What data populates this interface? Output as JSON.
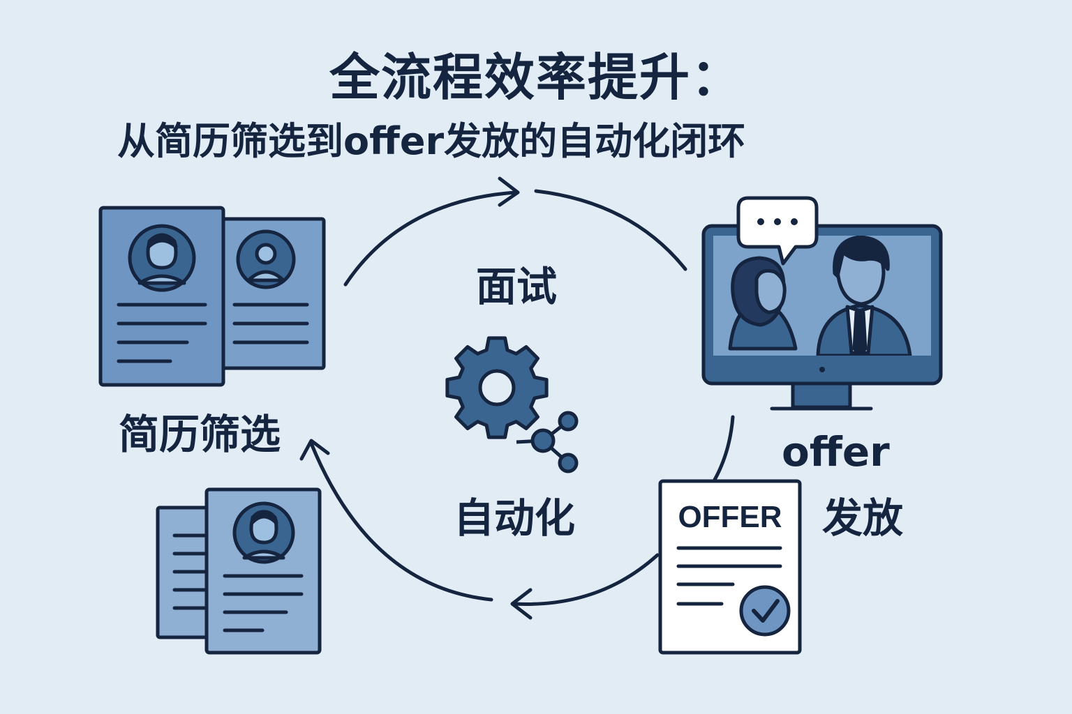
{
  "header": {
    "title": "全流程效率提升：",
    "subtitle": "从简历筛选到offer发放的自动化闭环"
  },
  "stages": {
    "resume": "简历筛选",
    "interview": "面试",
    "offer_line1": "offer",
    "offer_line2": "发放",
    "automation": "自动化"
  },
  "offer_doc": {
    "heading": "OFFER"
  },
  "icons": [
    "resume-card-icon",
    "video-interview-monitor-icon",
    "chat-bubble-icon",
    "gear-icon",
    "network-nodes-icon",
    "offer-document-icon",
    "check-circle-icon",
    "cycle-arrow-icon"
  ],
  "colors": {
    "background": "#e1ecf4",
    "ink": "#15243f",
    "card_fill": "#6f96c2",
    "card_fill_light": "#8fb0d3",
    "accent": "#3b6591",
    "document": "#ffffff"
  }
}
